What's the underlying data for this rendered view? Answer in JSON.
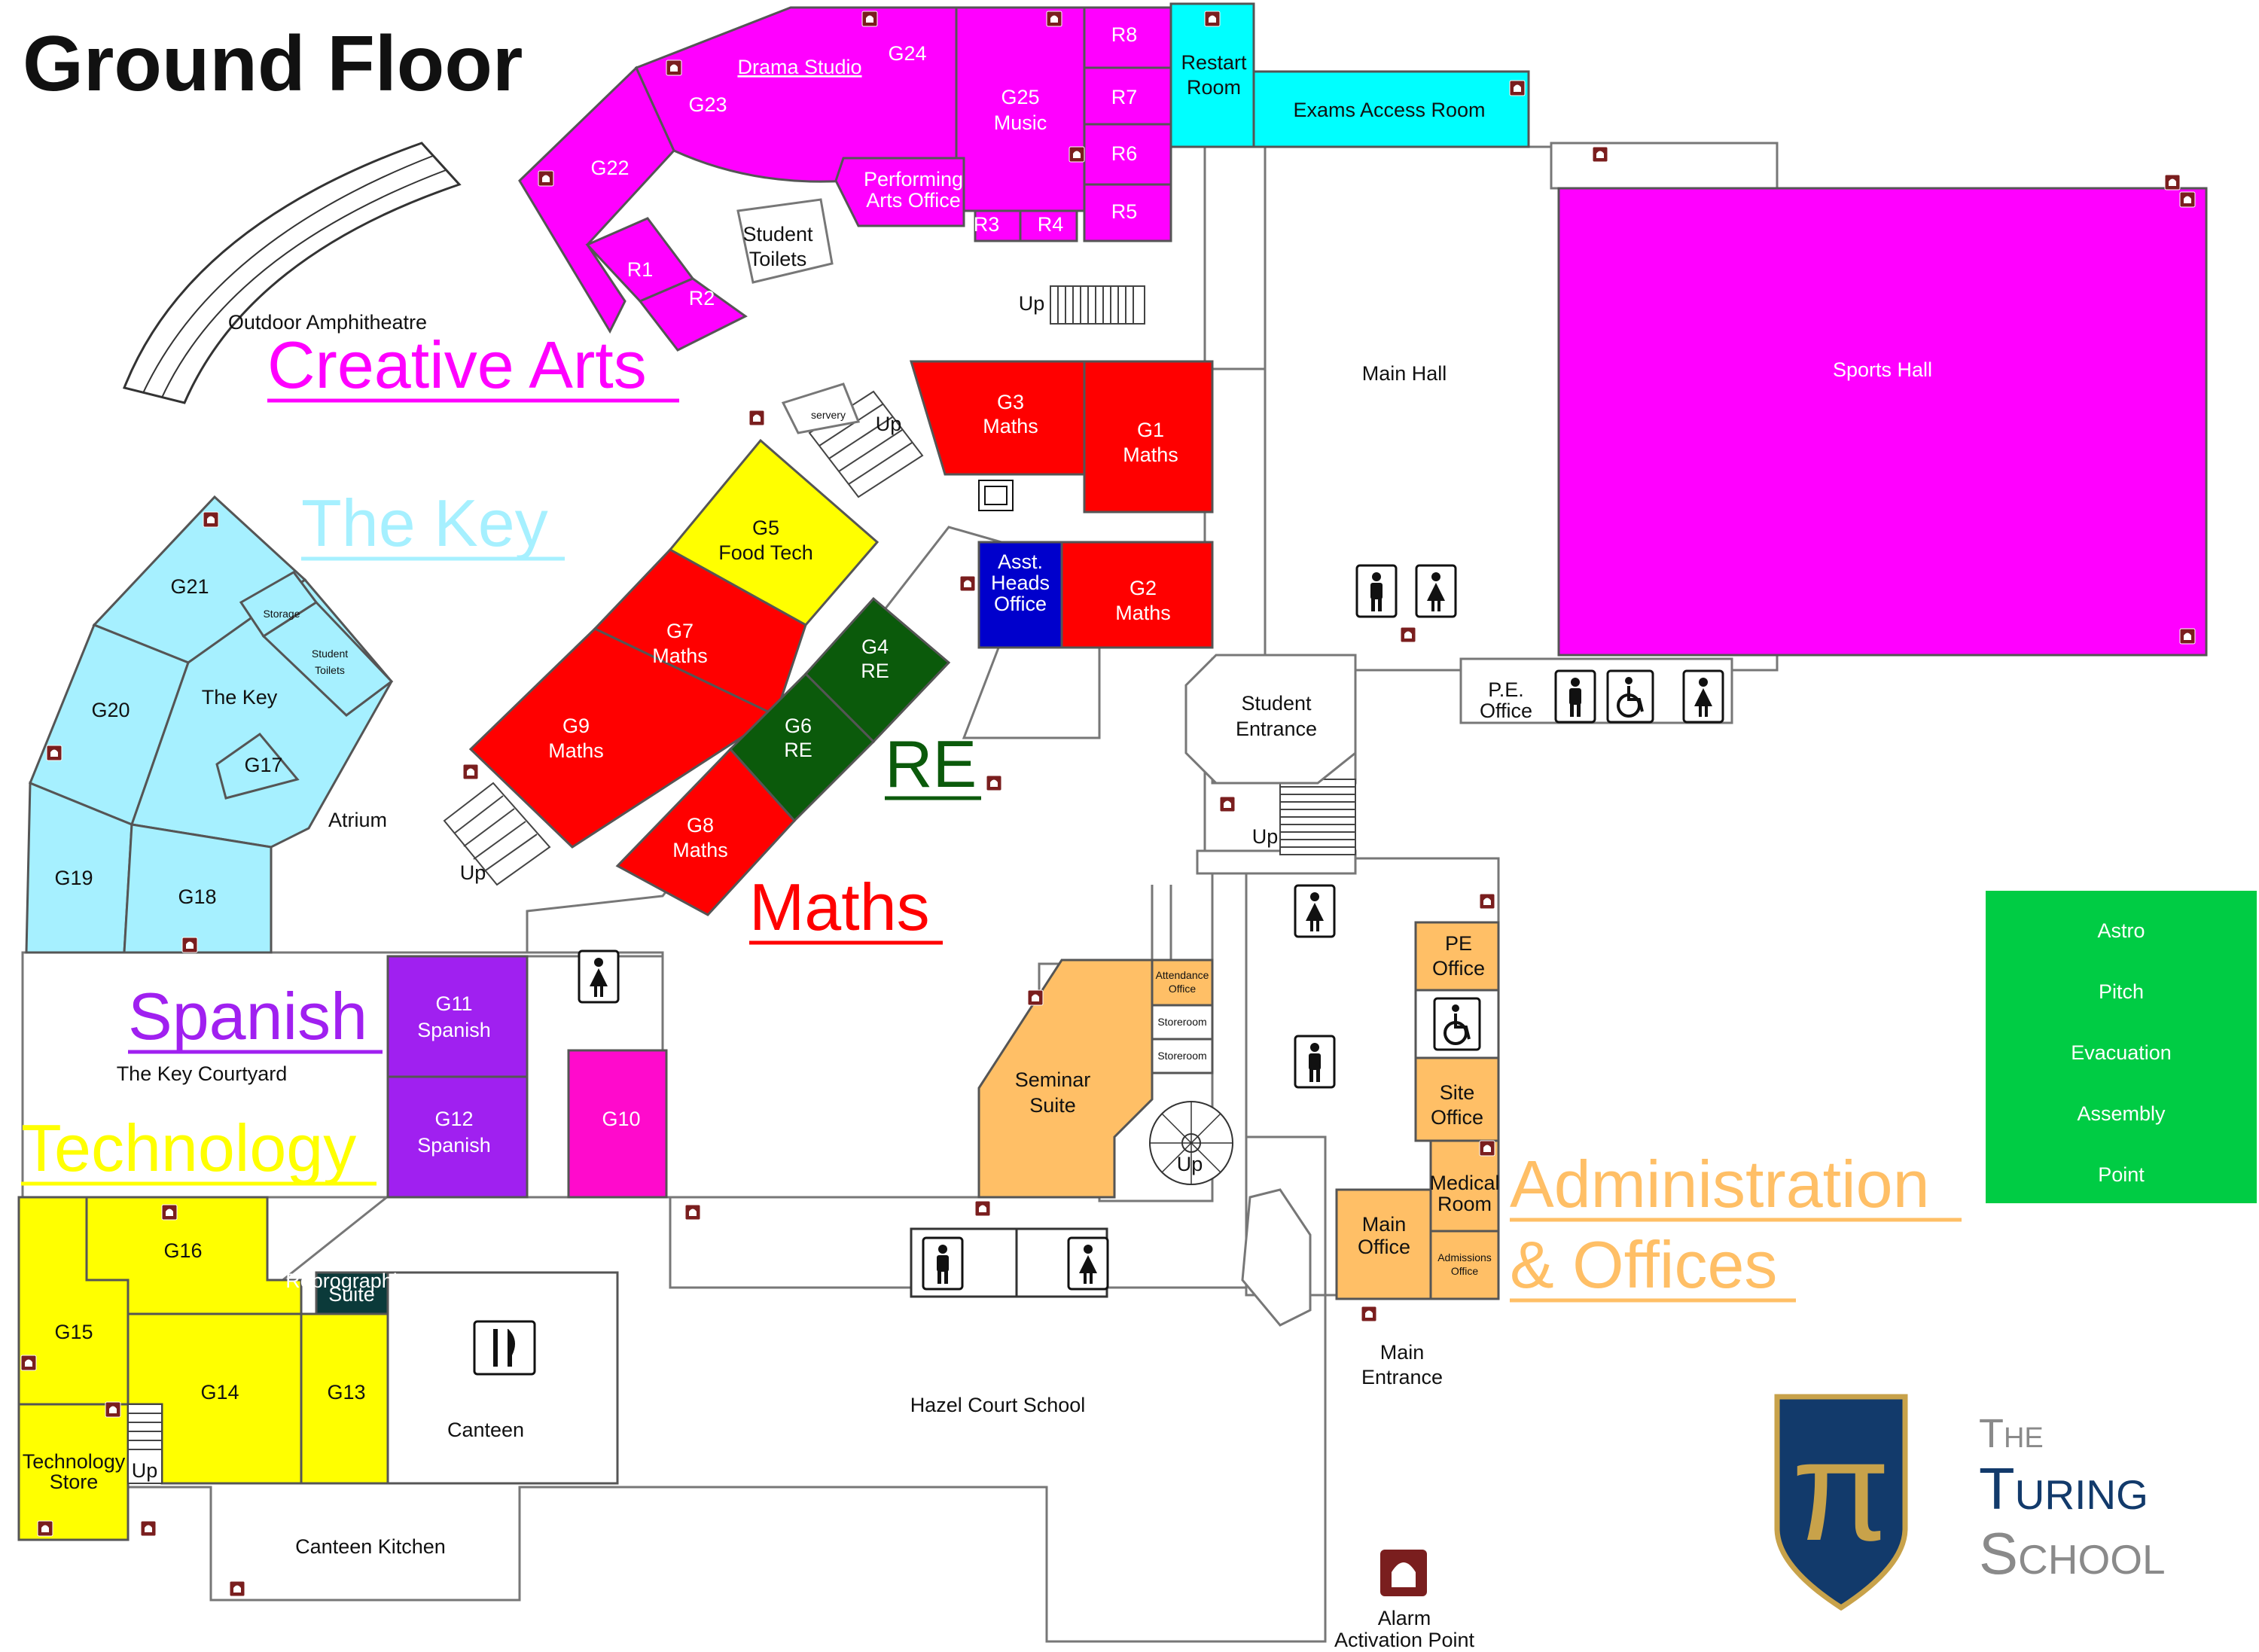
{
  "map": {
    "title": "Ground Floor",
    "school_name": "Hazel Court School",
    "logo": {
      "line1": "The",
      "line2": "Turing",
      "line3": "School",
      "symbol": "pi"
    },
    "colors": {
      "creative_arts": "#ff00ff",
      "the_key": "#a6f0ff",
      "maths": "#ff0000",
      "re": "#0b5a0b",
      "food_tech": "#ffff00",
      "spanish": "#a020f0",
      "technology": "#ffff00",
      "admin": "#ffbf66",
      "exams": "#00ffff",
      "asst_heads": "#0000cc",
      "assembly_point": "#00cc44",
      "logo_navy": "#123a6b",
      "logo_gold": "#c8a24a"
    },
    "departments": {
      "creative_arts": "Creative Arts",
      "the_key": "The Key",
      "re": "RE",
      "maths": "Maths",
      "spanish": "Spanish",
      "technology": "Technology",
      "admin_line1": "Administration",
      "admin_line2": "& Offices"
    },
    "rooms": {
      "g22": "G22",
      "g23": "G23",
      "g24": "G24",
      "drama": "Drama Studio",
      "g25": "G25",
      "music": "Music",
      "r1": "R1",
      "r2": "R2",
      "r3": "R3",
      "r4": "R4",
      "r5": "R5",
      "r6": "R6",
      "r7": "R7",
      "r8": "R8",
      "perf_arts_1": "Performing",
      "perf_arts_2": "Arts Office",
      "student_toilets_1": "Student",
      "student_toilets_2": "Toilets",
      "restart_1": "Restart",
      "restart_2": "Room",
      "exams_access": "Exams Access Room",
      "main_hall": "Main Hall",
      "sports_hall": "Sports Hall",
      "servery": "servery",
      "g3": "G3",
      "g1": "G1",
      "g2": "G2",
      "g5": "G5",
      "food_tech": "Food Tech",
      "g7": "G7",
      "g9": "G9",
      "g8": "G8",
      "g4": "G4",
      "g6": "G6",
      "maths": "Maths",
      "re": "RE",
      "asst_1": "Asst.",
      "asst_2": "Heads",
      "asst_3": "Office",
      "pe_office_small_1": "P.E.",
      "pe_office_small_2": "Office",
      "student_entrance_1": "Student",
      "student_entrance_2": "Entrance",
      "g21": "G21",
      "storage": "Storage",
      "key_toilets_1": "Student",
      "key_toilets_2": "Toilets",
      "g20": "G20",
      "the_key": "The Key",
      "g17": "G17",
      "atrium": "Atrium",
      "g19": "G19",
      "g18": "G18",
      "amphitheatre": "Outdoor Amphitheatre",
      "key_courtyard": "The Key Courtyard",
      "g11": "G11",
      "g12": "G12",
      "spanish": "Spanish",
      "g10": "G10",
      "seminar_1": "Seminar",
      "seminar_2": "Suite",
      "attendance_1": "Attendance",
      "attendance_2": "Office",
      "storeroom": "Storeroom",
      "pe_office_1": "PE",
      "pe_office_2": "Office",
      "site_office_1": "Site",
      "site_office_2": "Office",
      "medical_1": "Medical",
      "medical_2": "Room",
      "main_office_1": "Main",
      "main_office_2": "Office",
      "admissions_1": "Admissions",
      "admissions_2": "Office",
      "main_entrance_1": "Main",
      "main_entrance_2": "Entrance",
      "g16": "G16",
      "g15": "G15",
      "g14": "G14",
      "g13": "G13",
      "repro_1": "Reprographics",
      "repro_2": "Suite",
      "tech_store_1": "Technology",
      "tech_store_2": "Store",
      "canteen": "Canteen",
      "canteen_kitchen": "Canteen Kitchen"
    },
    "stairs_label": "Up",
    "assembly_point": [
      "Astro",
      "Pitch",
      "Evacuation",
      "Assembly",
      "Point"
    ],
    "legend": {
      "alarm_1": "Alarm",
      "alarm_2": "Activation Point"
    },
    "icons": [
      "alarm-activation-point-icon",
      "male-toilet-icon",
      "female-toilet-icon",
      "accessible-toilet-icon",
      "cutlery-icon",
      "lift-icon"
    ]
  }
}
